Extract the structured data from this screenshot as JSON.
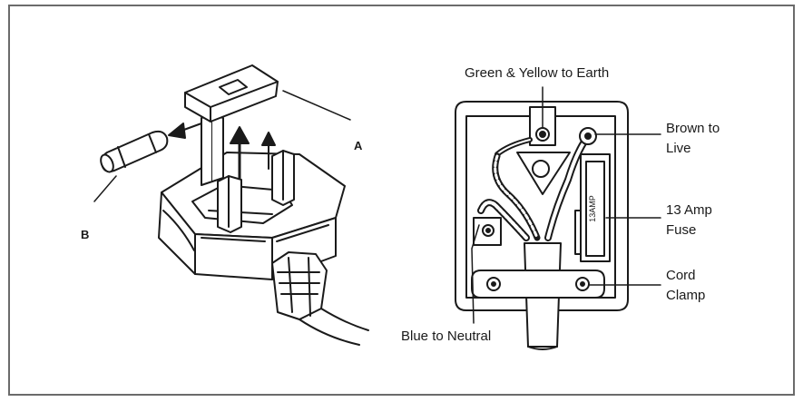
{
  "labels": {
    "a": "A",
    "b": "B",
    "earth": "Green & Yellow to Earth",
    "live_line1": "Brown to",
    "live_line2": "Live",
    "fuse_line1": "13 Amp",
    "fuse_line2": "Fuse",
    "clamp_line1": "Cord",
    "clamp_line2": "Clamp",
    "neutral": "Blue to Neutral",
    "fuse_marking": "13AMP"
  }
}
